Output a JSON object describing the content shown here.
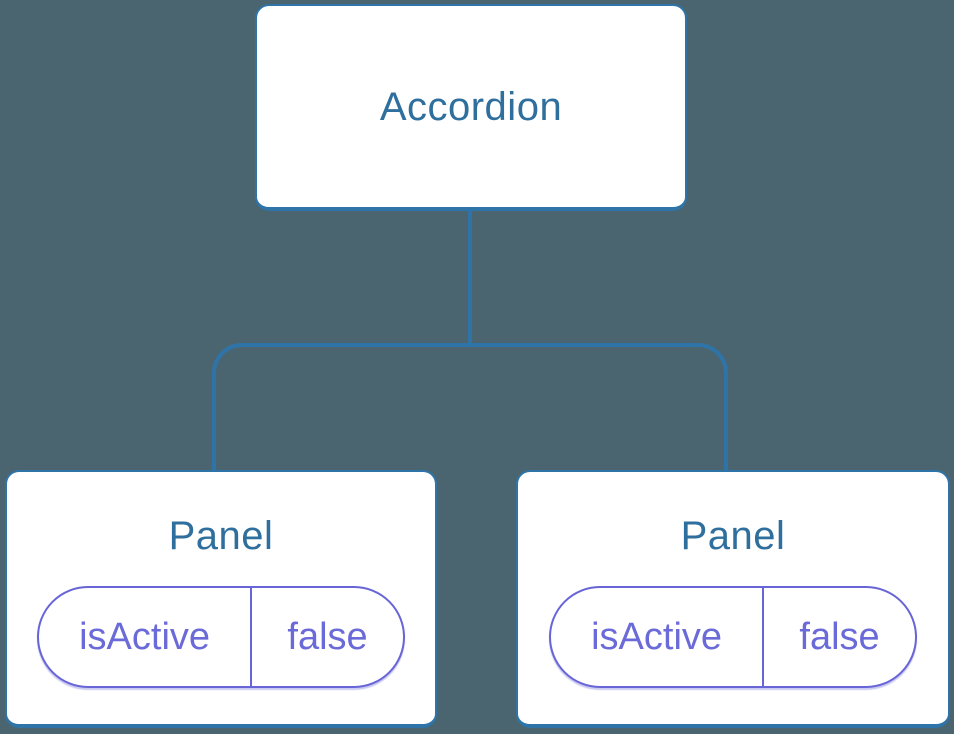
{
  "diagram": {
    "root": {
      "label": "Accordion"
    },
    "children": [
      {
        "label": "Panel",
        "state": {
          "key": "isActive",
          "value": "false"
        }
      },
      {
        "label": "Panel",
        "state": {
          "key": "isActive",
          "value": "false"
        }
      }
    ],
    "colors": {
      "background": "#4B6570",
      "connector": "#2E74A8",
      "node_fill": "#ffffff",
      "node_title_text": "#2F6F9E",
      "state_accent": "#6865D6"
    }
  }
}
